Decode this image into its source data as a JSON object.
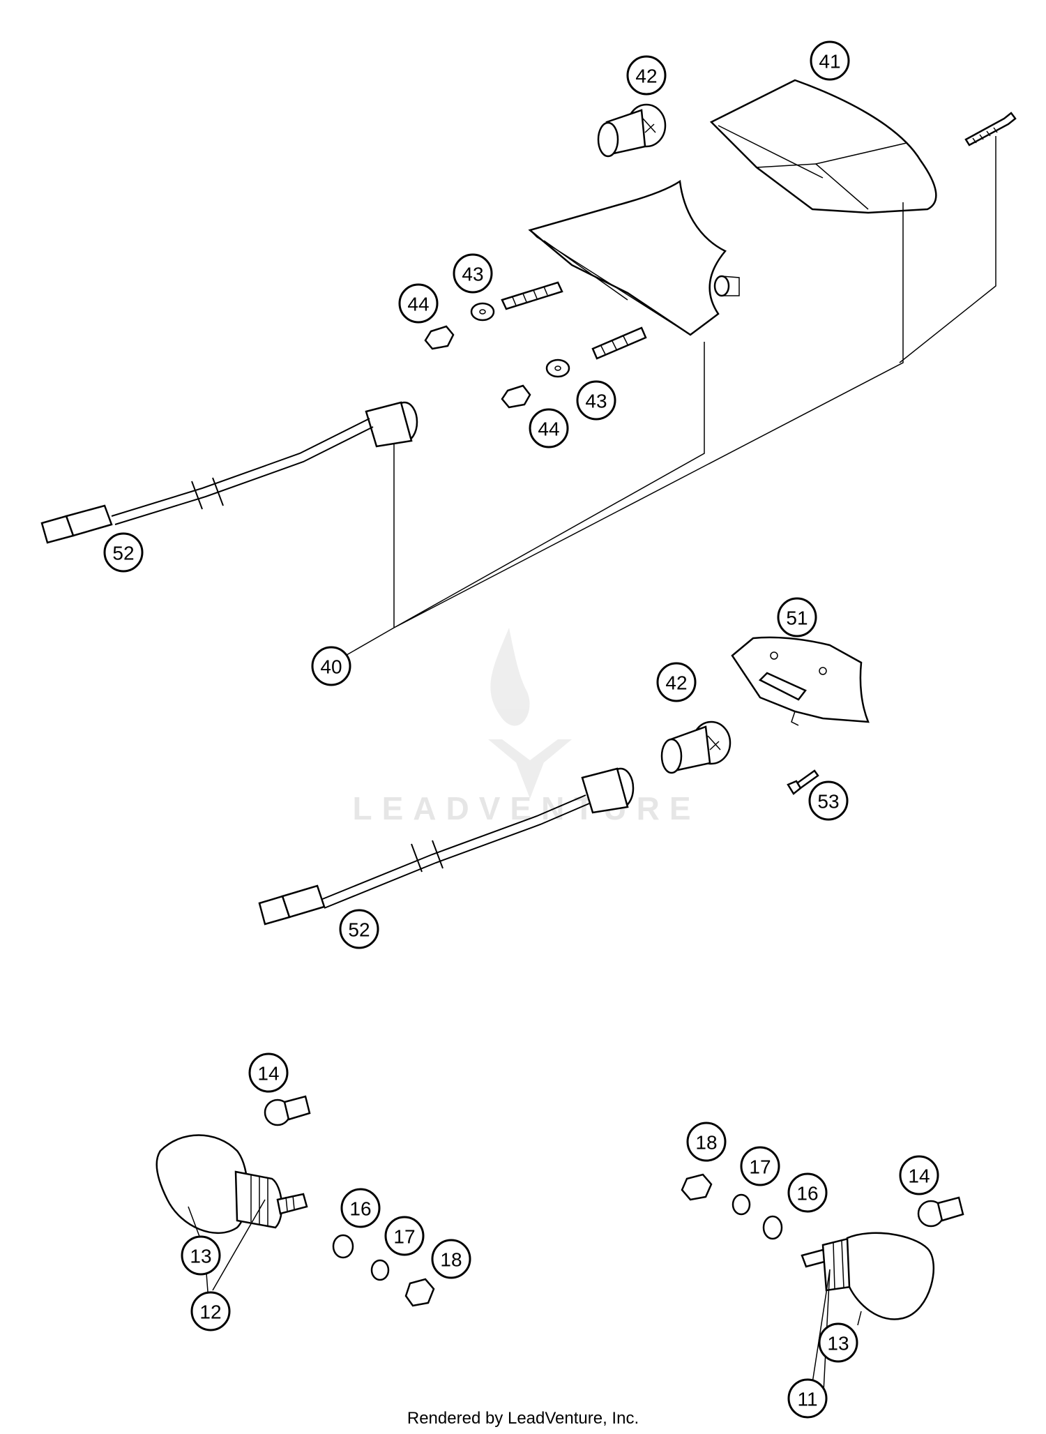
{
  "footer": "Rendered by LeadVenture, Inc.",
  "watermark": "LEADVENTURE",
  "callouts": [
    "41",
    "42",
    "43",
    "44",
    "43",
    "44",
    "52",
    "40",
    "51",
    "42",
    "53",
    "52",
    "14",
    "13",
    "12",
    "16",
    "17",
    "18",
    "18",
    "17",
    "16",
    "14",
    "13",
    "11"
  ]
}
